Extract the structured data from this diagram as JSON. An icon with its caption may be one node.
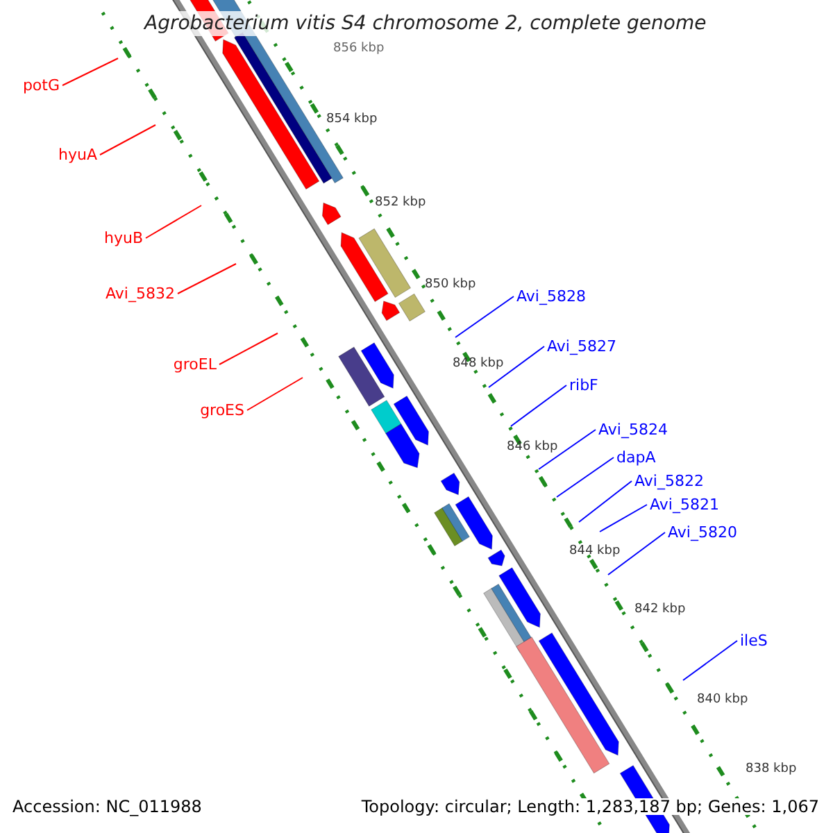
{
  "diagram": {
    "title": "Agrobacterium vitis S4 chromosome 2, complete genome",
    "nodes": [
      {
        "text": [
          "potG"
        ]
      },
      {
        "text": [
          "hyuA"
        ]
      },
      {
        "text": [
          "hyuB"
        ]
      },
      {
        "text": [
          "Avi_5832"
        ]
      },
      {
        "text": [
          "groEL"
        ]
      },
      {
        "text": [
          "groES"
        ]
      },
      {
        "text": [
          "Avi_5828"
        ]
      },
      {
        "text": [
          "Avi_5827"
        ]
      },
      {
        "text": [
          "ribF"
        ]
      },
      {
        "text": [
          "Avi_5824"
        ]
      },
      {
        "text": [
          "dapA"
        ]
      },
      {
        "text": [
          "Avi_5822"
        ]
      },
      {
        "text": [
          "Avi_5821"
        ]
      },
      {
        "text": [
          "Avi_5820"
        ]
      },
      {
        "text": [
          "ileS"
        ]
      }
    ],
    "edges": [
      {
        "from": 0,
        "to": null,
        "arrow": "none",
        "color": "#ff0000"
      },
      {
        "from": 1,
        "to": null,
        "arrow": "none",
        "color": "#ff0000"
      },
      {
        "from": 2,
        "to": null,
        "arrow": "none",
        "color": "#ff0000"
      },
      {
        "from": 3,
        "to": null,
        "arrow": "none",
        "color": "#ff0000"
      },
      {
        "from": 4,
        "to": null,
        "arrow": "none",
        "color": "#ff0000"
      },
      {
        "from": 5,
        "to": null,
        "arrow": "none",
        "color": "#ff0000"
      },
      {
        "from": 6,
        "to": null,
        "arrow": "none"
      },
      {
        "from": 7,
        "to": null,
        "arrow": "none"
      },
      {
        "from": 8,
        "to": null,
        "arrow": "none"
      },
      {
        "from": 9,
        "to": null,
        "arrow": "none"
      },
      {
        "from": 10,
        "to": null,
        "arrow": "none"
      },
      {
        "from": 11,
        "to": null,
        "arrow": "none"
      },
      {
        "from": 12,
        "to": null,
        "arrow": "none"
      },
      {
        "from": 13,
        "to": null,
        "arrow": "none"
      },
      {
        "from": 14,
        "to": null,
        "arrow": "none"
      }
    ],
    "labels": [
      "856 kbp",
      "854 kbp",
      "852 kbp",
      "850 kbp",
      "848 kbp",
      "846 kbp",
      "844 kbp",
      "842 kbp",
      "840 kbp",
      "838 kbp",
      "Accession: NC_011988",
      "Topology: circular; Length: 1,283,187 bp; Genes: 1,067"
    ]
  }
}
